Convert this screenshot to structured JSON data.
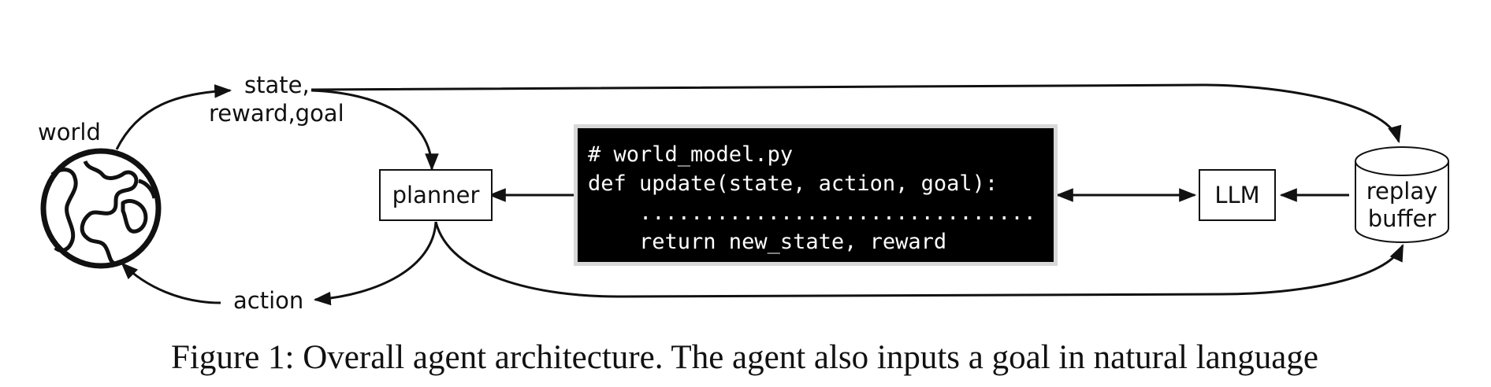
{
  "nodes": {
    "world": {
      "label": "world"
    },
    "state": {
      "label_line1": "state,",
      "label_line2": "reward,goal"
    },
    "action": {
      "label": "action"
    },
    "planner": {
      "label": "planner"
    },
    "llm": {
      "label": "LLM"
    },
    "replay_buffer": {
      "label_line1": "replay",
      "label_line2": "buffer"
    }
  },
  "code_block": {
    "lines": [
      "# world_model.py",
      "def update(state, action, goal):",
      "    ...............................",
      "    return new_state, reward"
    ],
    "background": "#000000",
    "text_color": "#ffffff"
  },
  "caption": "Figure 1: Overall agent architecture. The agent also inputs a goal in natural language"
}
